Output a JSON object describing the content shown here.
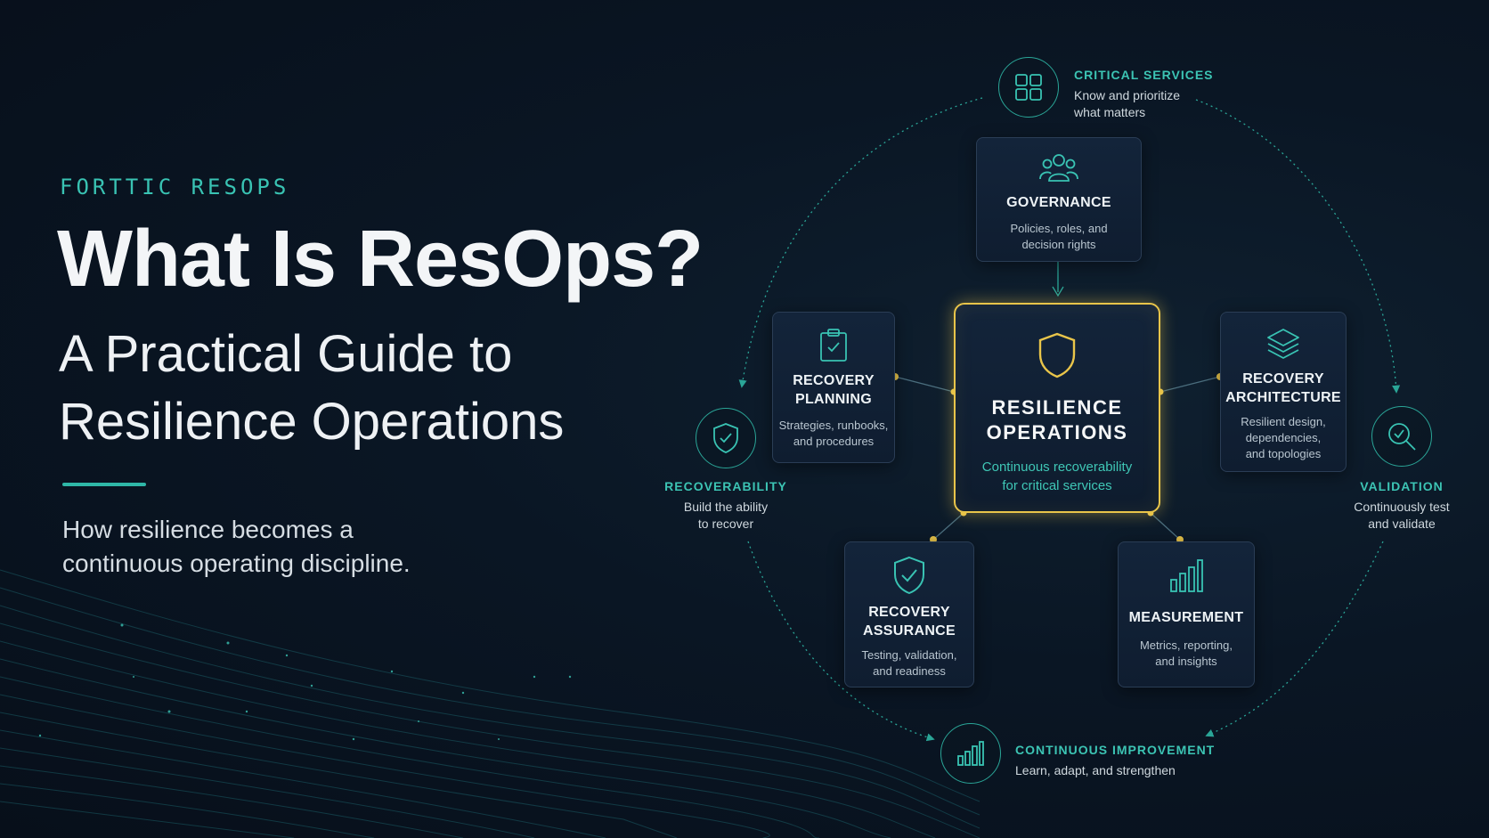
{
  "brand": "FORTTIC RESOPS",
  "title": {
    "main": "What Is ResOps?",
    "sub_line1": "A Practical Guide to",
    "sub_line2": "Resilience Operations"
  },
  "tagline": {
    "line1": "How resilience becomes a",
    "line2": "continuous operating discipline."
  },
  "colors": {
    "teal_accent": "#39c3b3",
    "gold_accent": "#e9c54a",
    "background": "#0a1624"
  },
  "center": {
    "title_line1": "RESILIENCE",
    "title_line2": "OPERATIONS",
    "desc_line1": "Continuous recoverability",
    "desc_line2": "for critical services",
    "icon": "shield-icon"
  },
  "boxes": {
    "governance": {
      "title": "GOVERNANCE",
      "desc_line1": "Policies, roles, and",
      "desc_line2": "decision rights",
      "icon": "people-icon"
    },
    "recovery_planning": {
      "title_line1": "RECOVERY",
      "title_line2": "PLANNING",
      "desc_line1": "Strategies, runbooks,",
      "desc_line2": "and procedures",
      "icon": "clipboard-check-icon"
    },
    "recovery_architecture": {
      "title_line1": "RECOVERY",
      "title_line2": "ARCHITECTURE",
      "desc_line1": "Resilient design,",
      "desc_line2": "dependencies,",
      "desc_line3": "and topologies",
      "icon": "layers-icon"
    },
    "recovery_assurance": {
      "title_line1": "RECOVERY",
      "title_line2": "ASSURANCE",
      "desc_line1": "Testing, validation,",
      "desc_line2": "and readiness",
      "icon": "shield-check-icon"
    },
    "measurement": {
      "title": "MEASUREMENT",
      "desc_line1": "Metrics, reporting,",
      "desc_line2": "and insights",
      "icon": "bar-chart-icon"
    }
  },
  "ring": {
    "critical_services": {
      "title": "CRITICAL SERVICES",
      "desc_line1": "Know and prioritize",
      "desc_line2": "what matters",
      "icon": "grid-icon"
    },
    "validation": {
      "title": "VALIDATION",
      "desc_line1": "Continuously test",
      "desc_line2": "and validate",
      "icon": "magnifier-check-icon"
    },
    "continuous_improvement": {
      "title": "CONTINUOUS IMPROVEMENT",
      "desc_line1": "Learn, adapt, and strengthen",
      "icon": "bar-chart-icon"
    },
    "recoverability": {
      "title": "RECOVERABILITY",
      "desc_line1": "Build the ability",
      "desc_line2": "to recover",
      "icon": "shield-check-icon"
    }
  }
}
